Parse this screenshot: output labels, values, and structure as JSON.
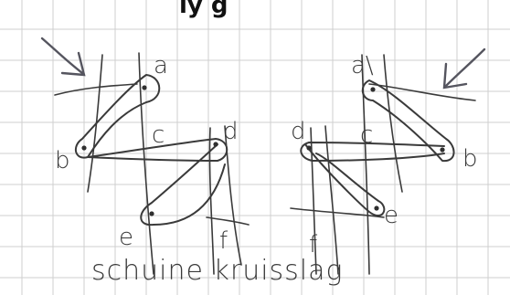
{
  "header_partial": "ly                                         g",
  "caption": "schuine kruisslag",
  "left_figure": {
    "labels": {
      "a": "a",
      "b": "b",
      "c": "c",
      "d": "d",
      "e": "e",
      "f": "f"
    }
  },
  "right_figure": {
    "labels": {
      "a": "a\\",
      "b": "b",
      "c": "c",
      "d": "d",
      "e": "e",
      "f": "f"
    }
  },
  "colors": {
    "ink": "#3a3a3a",
    "grid": "#cfcfcf",
    "arrow": "#55555f",
    "header": "#111111"
  }
}
